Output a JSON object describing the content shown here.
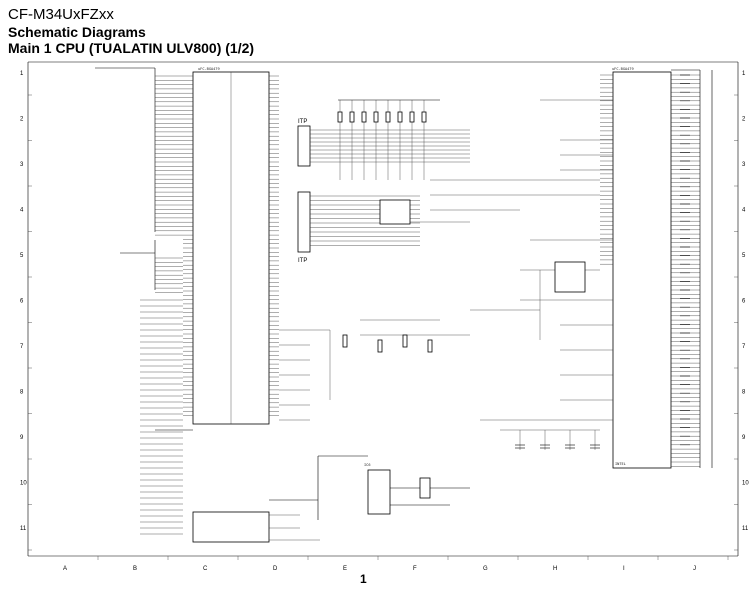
{
  "header": {
    "model": "CF-M34UxFZxx",
    "subtitle": "Schematic Diagrams",
    "title": "Main 1 CPU (TUALATIN ULV800) (1/2)"
  },
  "grid": {
    "rows": [
      "1",
      "2",
      "3",
      "4",
      "5",
      "6",
      "7",
      "8",
      "9",
      "10",
      "11"
    ],
    "cols": [
      "A",
      "B",
      "C",
      "D",
      "E",
      "F",
      "G",
      "H",
      "I",
      "J"
    ]
  },
  "parts": {
    "cpu_left": "uFC-BGA479",
    "cpu_right": "uFC-BGA479",
    "itp_top": "ITP",
    "itp_bottom": "ITP",
    "tb": "IC6"
  },
  "labels": {
    "intel": "INTEL",
    "intel2": "INTEL"
  },
  "page_number": "1"
}
